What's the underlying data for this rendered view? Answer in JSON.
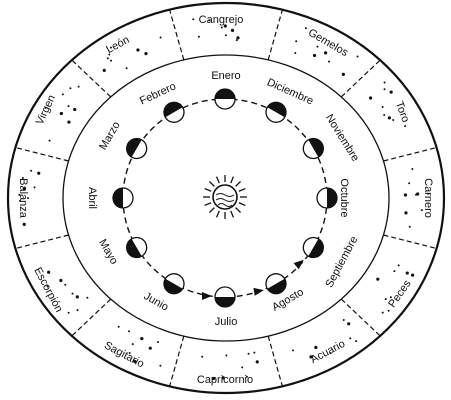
{
  "center": {
    "icon": "sun-icon"
  },
  "outer_ring": {
    "icon": "star-dot-icon",
    "constellations": [
      "Cangrejo",
      "Gemelos",
      "Toro",
      "Carnero",
      "Peces",
      "Acuario",
      "Capricornio",
      "Sagitario",
      "Escorpión",
      "Balanza",
      "Virgen",
      "León"
    ]
  },
  "orbit": {
    "icon": "earth-phase-icon",
    "arrow_icon": "direction-arrow-icon",
    "months": [
      "Enero",
      "Diciembre",
      "Noviembre",
      "Octubre",
      "Septiembre",
      "Agosto",
      "Julio",
      "Junio",
      "Mayo",
      "Abril",
      "Marzo",
      "Febrero"
    ]
  }
}
